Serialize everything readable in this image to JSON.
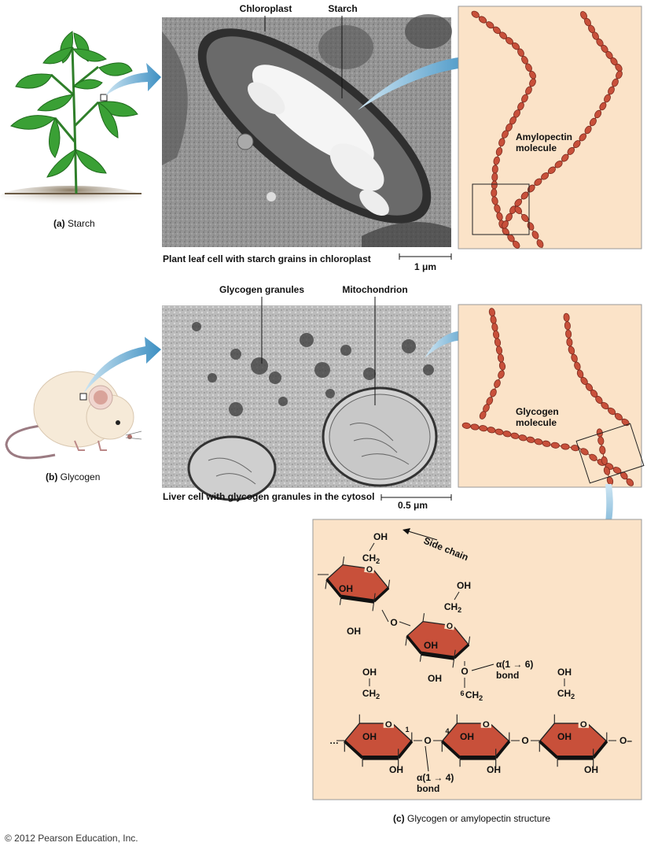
{
  "panel_a": {
    "label_prefix": "(a)",
    "label": "Starch",
    "micrograph_labels": {
      "chloroplast": "Chloroplast",
      "starch": "Starch"
    },
    "caption": "Plant leaf cell with starch grains in chloroplast",
    "scale_bar": "1 μm",
    "molecule_label_1": "Amylopectin",
    "molecule_label_2": "molecule"
  },
  "panel_b": {
    "label_prefix": "(b)",
    "label": "Glycogen",
    "micrograph_labels": {
      "glycogen_granules": "Glycogen granules",
      "mitochondrion": "Mitochondrion"
    },
    "caption": "Liver cell with glycogen granules in the cytosol",
    "scale_bar": "0.5 μm",
    "molecule_label_1": "Glycogen",
    "molecule_label_2": "molecule"
  },
  "panel_c": {
    "label_prefix": "(c)",
    "label": "Glycogen or amylopectin structure",
    "side_chain": "Side chain",
    "bond_16_line1": "α(1 → 6)",
    "bond_16_line2": "bond",
    "bond_14_line1": "α(1 → 4)",
    "bond_14_line2": "bond",
    "oh": "OH",
    "ch": "CH",
    "two": "2",
    "o": "O",
    "six": "6",
    "one": "1",
    "four": "4",
    "ellipsis_left": "…",
    "end_right": "O–"
  },
  "copyright": "© 2012 Pearson Education, Inc.",
  "colors": {
    "peach": "#fbe3c8",
    "bead": "#c8503a",
    "ring": "#c8503a",
    "arrow": "#4a9bc9",
    "leaf": "#3aa035",
    "micrograph": "#8c8c8c"
  }
}
